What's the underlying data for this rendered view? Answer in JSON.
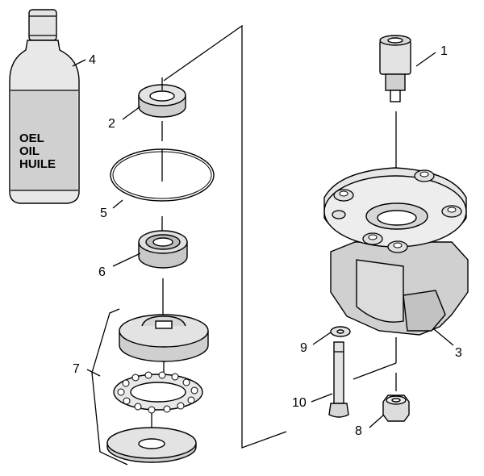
{
  "bottle_label": [
    "OEL",
    "OIL",
    "HUILE"
  ],
  "callouts": {
    "c1": "1",
    "c2": "2",
    "c3": "3",
    "c4": "4",
    "c5": "5",
    "c6": "6",
    "c7": "7",
    "c8": "8",
    "c9": "9",
    "c10": "10"
  },
  "colors": {
    "part_fill": "#e3e3e3",
    "part_shade": "#c8c8c8",
    "stroke": "#000000"
  }
}
